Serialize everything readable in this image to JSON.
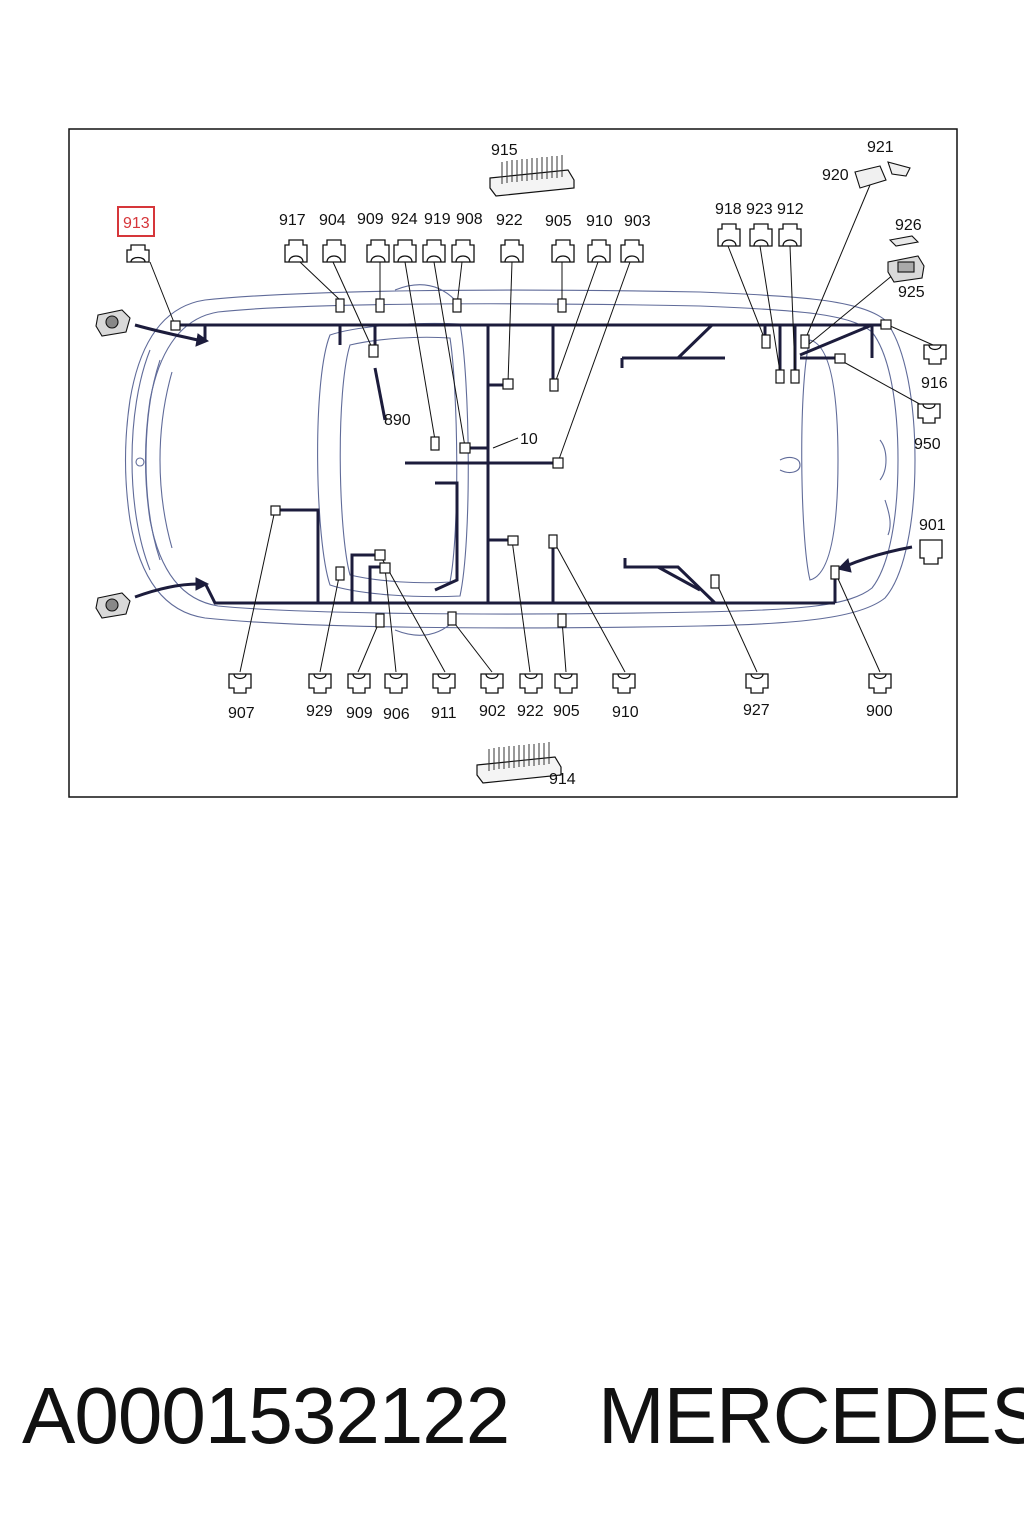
{
  "diagram": {
    "highlight_color": "#d6363a",
    "wire_color": "#1c1c3c",
    "outline_color": "#2b3a78",
    "top_labels": [
      {
        "id": "913",
        "text": "913",
        "highlighted": true
      },
      {
        "id": "917",
        "text": "917"
      },
      {
        "id": "904",
        "text": "904"
      },
      {
        "id": "909",
        "text": "909"
      },
      {
        "id": "924",
        "text": "924"
      },
      {
        "id": "919",
        "text": "919"
      },
      {
        "id": "908",
        "text": "908"
      },
      {
        "id": "922",
        "text": "922"
      },
      {
        "id": "905",
        "text": "905"
      },
      {
        "id": "910",
        "text": "910"
      },
      {
        "id": "903",
        "text": "903"
      },
      {
        "id": "918",
        "text": "918"
      },
      {
        "id": "923",
        "text": "923"
      },
      {
        "id": "912",
        "text": "912"
      }
    ],
    "bottom_labels": [
      {
        "id": "907",
        "text": "907"
      },
      {
        "id": "929",
        "text": "929"
      },
      {
        "id": "909b",
        "text": "909"
      },
      {
        "id": "906",
        "text": "906"
      },
      {
        "id": "911",
        "text": "911"
      },
      {
        "id": "902",
        "text": "902"
      },
      {
        "id": "922b",
        "text": "922"
      },
      {
        "id": "905b",
        "text": "905"
      },
      {
        "id": "910b",
        "text": "910"
      },
      {
        "id": "927",
        "text": "927"
      },
      {
        "id": "900",
        "text": "900"
      }
    ],
    "side_labels": [
      {
        "id": "915",
        "text": "915"
      },
      {
        "id": "914",
        "text": "914"
      },
      {
        "id": "921",
        "text": "921"
      },
      {
        "id": "920",
        "text": "920"
      },
      {
        "id": "926",
        "text": "926"
      },
      {
        "id": "925",
        "text": "925"
      },
      {
        "id": "916",
        "text": "916"
      },
      {
        "id": "950",
        "text": "950"
      },
      {
        "id": "901",
        "text": "901"
      },
      {
        "id": "890",
        "text": "890"
      },
      {
        "id": "10",
        "text": "10"
      }
    ]
  },
  "footer": {
    "part_number": "A0001532122",
    "brand": "MERCEDES"
  }
}
